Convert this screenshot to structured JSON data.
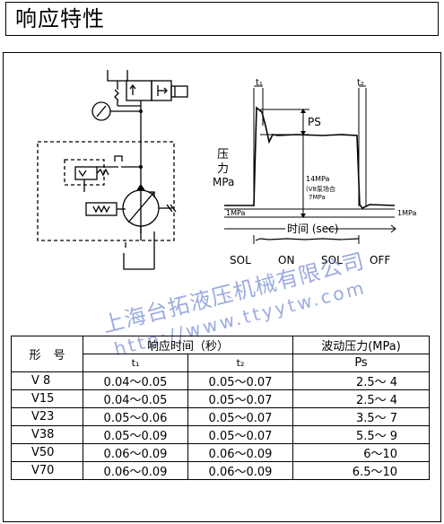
{
  "title": "响应特性",
  "graph": {
    "t1": "t₁",
    "t2": "t₂",
    "ps": "PS",
    "y_label_1": "压",
    "y_label_2": "力",
    "y_label_3": "MPa",
    "level_14": "14MPa",
    "level_note_1": "(V8泵场合",
    "level_note_2": "7MPa",
    "left_1mpa": "1MPa",
    "right_1mpa": "1MPa",
    "time_axis": "时间 (sec)",
    "sol_on": "SOL",
    "on": "ON",
    "sol_off": "SOL",
    "off": "OFF"
  },
  "watermark": {
    "company": "上海台拓液压机械有限公司",
    "url": "http://www.ttyytw.com"
  },
  "table": {
    "h_model": "形号",
    "h_response": "响应时间（秒）",
    "h_pulse": "波动压力(MPa)",
    "h_t1": "t₁",
    "h_t2": "t₂",
    "h_ps": "Ps",
    "rows": [
      {
        "model": "V 8",
        "t1": "0.04～0.05",
        "t2": "0.05～0.07",
        "ps": "2.5～  4"
      },
      {
        "model": "V15",
        "t1": "0.04～0.05",
        "t2": "0.05～0.07",
        "ps": "2.5～  4"
      },
      {
        "model": "V23",
        "t1": "0.05～0.06",
        "t2": "0.05～0.07",
        "ps": "3.5～  7"
      },
      {
        "model": "V38",
        "t1": "0.05～0.09",
        "t2": "0.05～0.07",
        "ps": "5.5～  9"
      },
      {
        "model": "V50",
        "t1": "0.06～0.09",
        "t2": "0.06～0.09",
        "ps": "6～10"
      },
      {
        "model": "V70",
        "t1": "0.06～0.09",
        "t2": "0.06～0.09",
        "ps": "6.5～10"
      }
    ]
  }
}
